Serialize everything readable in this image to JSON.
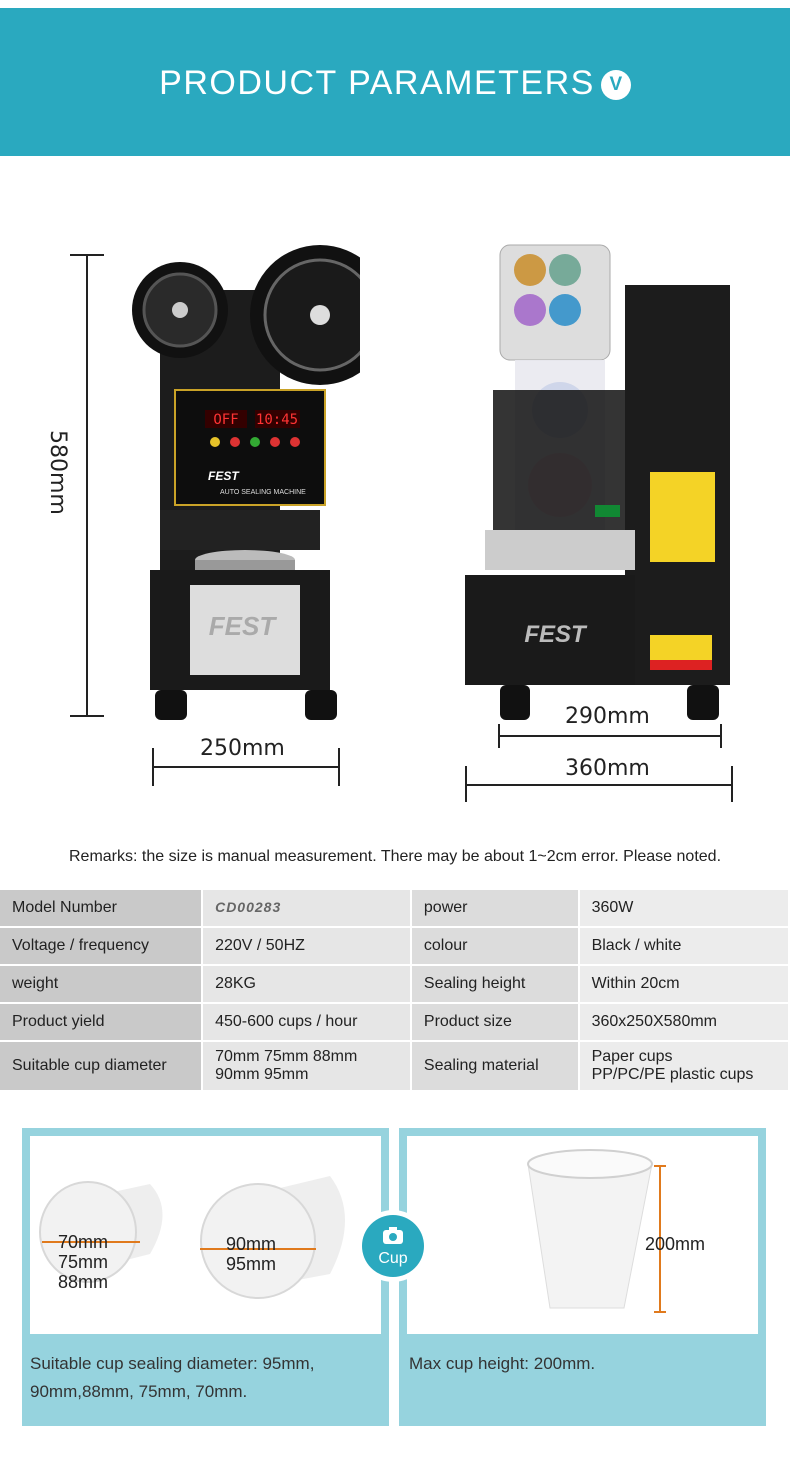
{
  "banner": {
    "title": "PRODUCT PARAMETERS",
    "badge": "V"
  },
  "dimensions": {
    "height": "580mm",
    "width_front": "250mm",
    "depth_base": "290mm",
    "depth_total": "360mm"
  },
  "machine": {
    "brand": "FEST",
    "display_left": "OFF",
    "display_right": "10:45",
    "subtitle": "AUTO SEALING MACHINE"
  },
  "remarks": "Remarks: the size is manual measurement. There may be about 1~2cm error. Please noted.",
  "params": [
    {
      "label1": "Model Number",
      "value1": "CD00283",
      "label2": "power",
      "value2": "360W"
    },
    {
      "label1": "Voltage / frequency",
      "value1": "220V / 50HZ",
      "label2": "colour",
      "value2": "Black / white"
    },
    {
      "label1": "weight",
      "value1": "28KG",
      "label2": "Sealing height",
      "value2": "Within 20cm"
    },
    {
      "label1": "Product yield",
      "value1": "450-600 cups / hour",
      "label2": "Product size",
      "value2": "360x250X580mm"
    },
    {
      "label1": "Suitable cup diameter",
      "value1a": "70mm 75mm 88mm",
      "value1b": "90mm 95mm",
      "label2": "Sealing material",
      "value2a": "Paper cups",
      "value2b": "PP/PC/PE plastic cups"
    }
  ],
  "cups": {
    "small": {
      "a": "70mm",
      "b": "75mm",
      "c": "88mm"
    },
    "large": {
      "a": "90mm",
      "b": "95mm"
    },
    "badge": "Cup",
    "height_label": "200mm",
    "left_text_1": "Suitable cup sealing diameter: 95mm,",
    "left_text_2": "90mm,88mm, 75mm, 70mm.",
    "right_text": "Max cup height: 200mm."
  }
}
